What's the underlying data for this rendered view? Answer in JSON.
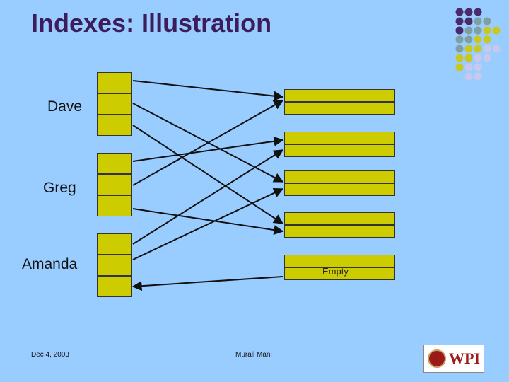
{
  "slide": {
    "title": "Indexes: Illustration",
    "date": "Dec 4, 2003",
    "author": "Murali Mani",
    "logo_text": "WPI"
  },
  "diagram": {
    "index_labels": [
      "Dave",
      "Greg",
      "Amanda"
    ],
    "index_cells_per_block": 3,
    "record_blocks": 5,
    "empty_label": "Empty"
  },
  "colors": {
    "background": "#99ccff",
    "cell_fill": "#cccc00",
    "title": "#3d1c5c",
    "dot_purple": "#4a2a6a",
    "dot_gray": "#7f9fa0",
    "dot_yellow": "#c8c820",
    "dot_lavender": "#c8c8ee"
  },
  "icons": {
    "logo": "wpi-seal-logo",
    "decor": "decorative-dot-grid"
  }
}
